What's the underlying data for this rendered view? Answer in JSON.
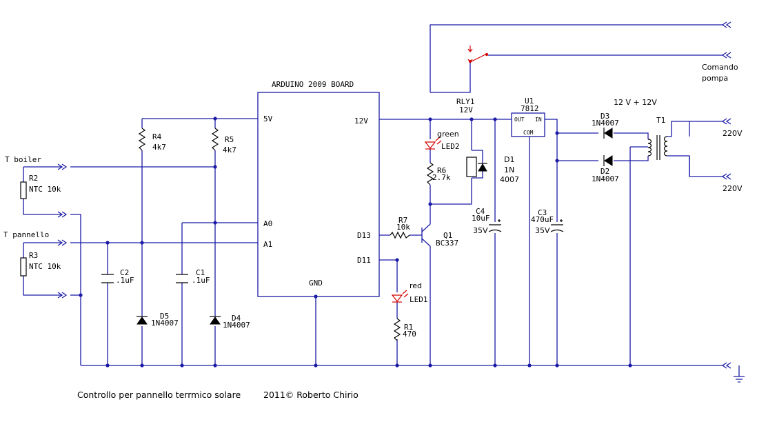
{
  "board": {
    "title": "ARDUINO 2009 BOARD",
    "pin_5v": "5V",
    "pin_12v": "12V",
    "pin_a0": "A0",
    "pin_a1": "A1",
    "pin_d13": "D13",
    "pin_d11": "D11",
    "pin_gnd": "GND"
  },
  "inputs": {
    "t_boiler": "T boiler",
    "t_pannello": "T pannello"
  },
  "components": {
    "r2": {
      "ref": "R2",
      "value": "NTC 10k"
    },
    "r3": {
      "ref": "R3",
      "value": "NTC 10k"
    },
    "r4": {
      "ref": "R4",
      "value": "4k7"
    },
    "r5": {
      "ref": "R5",
      "value": "4k7"
    },
    "c2": {
      "ref": "C2",
      "value": ".1uF"
    },
    "c1": {
      "ref": "C1",
      "value": ".1uF"
    },
    "d5": {
      "ref": "D5",
      "value": "1N4007"
    },
    "d4": {
      "ref": "D4",
      "value": "1N4007"
    },
    "rly1": {
      "ref": "RLY1",
      "value": "12V"
    },
    "led2": {
      "ref": "LED2",
      "color": "green"
    },
    "r6": {
      "ref": "R6",
      "value": "2.7k"
    },
    "d1": {
      "ref": "D1",
      "value_1": "1N",
      "value_2": "4007"
    },
    "r7": {
      "ref": "R7",
      "value": "10k"
    },
    "q1": {
      "ref": "Q1",
      "value": "BC337"
    },
    "led1": {
      "ref": "LED1",
      "color": "red"
    },
    "r1": {
      "ref": "R1",
      "value": "470"
    },
    "c4": {
      "ref": "C4",
      "value": "10uF",
      "voltage": "35V"
    },
    "c3": {
      "ref": "C3",
      "value": "470uF",
      "voltage": "35V"
    },
    "u1": {
      "ref": "U1",
      "value": "7812",
      "pin_out": "OUT",
      "pin_in": "IN",
      "pin_com": "COM"
    },
    "d3": {
      "ref": "D3",
      "value": "1N4007"
    },
    "d2": {
      "ref": "D2",
      "value": "1N4007"
    },
    "t1": {
      "ref": "T1"
    }
  },
  "supply": {
    "label": "12 V + 12V",
    "mains_1": "220V",
    "mains_2": "220V"
  },
  "pump": {
    "line_1": "Comando",
    "line_2": "pompa"
  },
  "footer": {
    "title": "Controllo per pannello terrmico solare",
    "copyright": "2011© Roberto Chirio"
  },
  "colors": {
    "wire": "#1a1aa6",
    "component": "#000000",
    "led_and_switch": "#d40000",
    "background": "#ffffff"
  }
}
